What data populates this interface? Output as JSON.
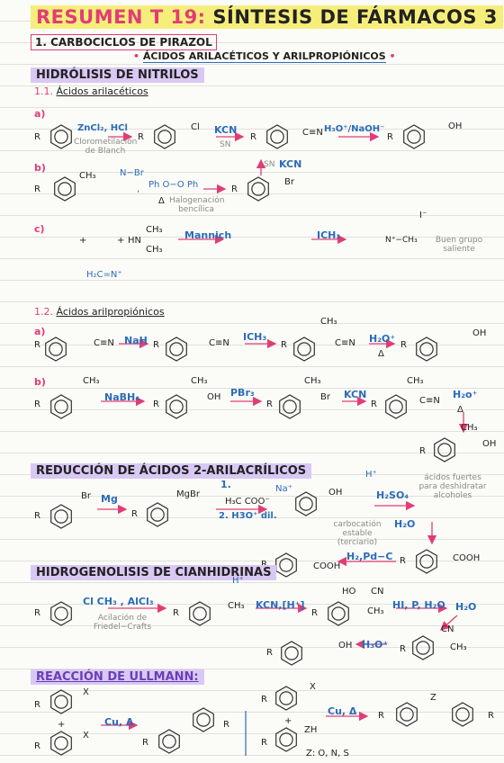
{
  "page": {
    "title_part1": "RESUMEN T 19:",
    "title_part2": "SÍNTESIS DE FÁRMACOS 3",
    "box_heading": "1. CARBOCICLOS DE PIRAZOL",
    "topic_heading": "ÁCIDOS ARILACÉTICOS Y ARILPROPIÓNICOS"
  },
  "hidrolisis": {
    "heading": "HIDRÓLISIS DE NITRILOS",
    "sub1_num": "1.1.",
    "sub1_title": "Ácidos arilacéticos",
    "a": {
      "label": "a)",
      "reagent1": "ZnCl₂, HCl",
      "note1": "Clorometilación de Blanch",
      "group1": "Cl",
      "reagent2": "KCN",
      "sub2": "SN",
      "group2": "C≡N",
      "reagent3": "H₃O⁺/NaOH⁻",
      "group3": "OH"
    },
    "b": {
      "label": "b)",
      "group_start": "CH₃",
      "nbs": "N−Br",
      "comma": ",",
      "peroxide": "Ph  O−O  Ph",
      "delta": "Δ",
      "note": "Halogenación bencílica",
      "group_end": "Br",
      "reagent_up": "KCN",
      "sub_up": "SN"
    },
    "c": {
      "label": "c)",
      "plus1": "+",
      "plus2": "+",
      "amine": "HN",
      "ch3a": "CH₃",
      "ch3b": "CH₃",
      "iminium": "H₂C=N⁺",
      "reagent1": "Mannich",
      "reagent2": "ICH₃",
      "iodide": "I⁻",
      "leaving_note": "Buen grupo saliente",
      "nme3": "N⁺−CH₃"
    },
    "sub2_num": "1.2.",
    "sub2_title": "Ácidos arilpropiónicos",
    "a2": {
      "label": "a)",
      "group1": "C≡N",
      "reagent1": "NaH",
      "group2": "C≡N",
      "reagent2": "ICH₃",
      "ch3": "CH₃",
      "group3": "C≡N",
      "reagent3": "H₂O⁺",
      "delta": "Δ",
      "group4": "OH"
    },
    "b2": {
      "label": "b)",
      "ch3": "CH₃",
      "reagent1": "NaBH₄",
      "oh": "OH",
      "reagent2": "PBr₃",
      "br": "Br",
      "reagent3": "KCN",
      "cn": "C≡N",
      "reagent4": "H₂o⁺",
      "delta": "Δ",
      "product_oh": "OH"
    }
  },
  "reduccion": {
    "heading": "REDUCCIÓN DE ÁCIDOS 2-ARILACRÍLICOS",
    "br": "Br",
    "reagent1": "Mg",
    "mgbr": "MgBr",
    "step1": "1.",
    "step2": "2. H3O⁺ dil.",
    "ketoacid": "H₃C   COO⁻",
    "na": "Na⁺",
    "oh": "OH",
    "h": "H⁺",
    "h2so4": "H₂SO₄",
    "h2o": "H₂O",
    "note_strong": "ácidos fuertes para deshidratar alcoholes",
    "note_carbo": "carbocatión estable (terciario)",
    "reagent_h2": "H₂,Pd−C",
    "cooh1": "COOH",
    "cooh2": "COOH"
  },
  "cianhidrinas": {
    "heading": "HIDROGENOLISIS DE CIANHIDRINAS",
    "acyl": "Cl   CH₃ , AlCl₃",
    "note": "Acilación de Friedel−Crafts",
    "hplus": "H⁺",
    "ch3": "CH₃",
    "reagent2": "KCN,[H⁺]",
    "ho": "HO",
    "cn": "CN",
    "ch3b": "CH₃",
    "reagent3": "HI, P, H₂O",
    "h2o": "H₂O",
    "cn2": "CN",
    "ch3c": "CH₃",
    "reagent4": "H₃O⁺",
    "oh": "OH"
  },
  "ullmann": {
    "heading": "REACCIÓN DE ULLMANN:",
    "x1": "X",
    "x2": "X",
    "plus": "+",
    "reagent": "Cu, Δ",
    "r": "R",
    "x3": "X",
    "zh": "ZH",
    "reagent2": "Cu, Δ",
    "z": "Z",
    "zlegend": "Z: O, N, S"
  },
  "r": "R"
}
